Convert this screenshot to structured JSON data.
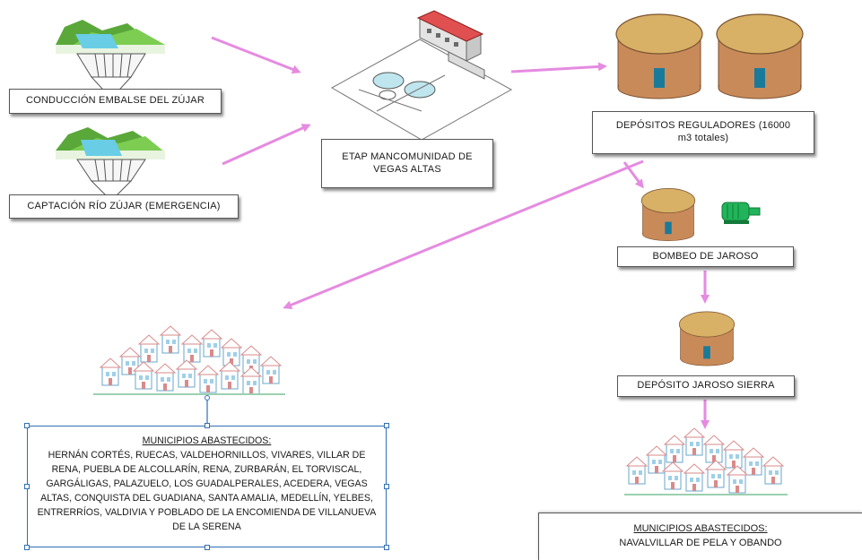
{
  "labels": {
    "conduccion": "CONDUCCIÓN EMBALSE DEL ZÚJAR",
    "captacion": "CAPTACIÓN RÍO ZÚJAR (EMERGENCIA)",
    "etap_line1": "ETAP MANCOMUNIDAD DE",
    "etap_line2": "VEGAS ALTAS",
    "depositos_line1": "DEPÓSITOS REGULADORES (16000",
    "depositos_line2": "m3 totales)",
    "bombeo": "BOMBEO DE JAROSO",
    "deposito_sierra": "DEPÓSITO JAROSO SIERRA"
  },
  "municipios_main": {
    "title": "MUNICIPIOS ABASTECIDOS:",
    "text": "HERNÁN CORTÉS, RUECAS, VALDEHORNILLOS, VIVARES, VILLAR DE RENA, PUEBLA DE ALCOLLARÍN, RENA, ZURBARÁN, EL TORVISCAL, GARGÁLIGAS, PALAZUELO, LOS GUADALPERALES, ACEDERA, VEGAS ALTAS, CONQUISTA DEL GUADIANA, SANTA AMALIA, MEDELLÍN, YELBES, ENTRERRÍOS, VALDIVIA Y POBLADO DE LA ENCOMIENDA DE VILLANUEVA DE LA SERENA"
  },
  "municipios_small": {
    "title": "MUNICIPIOS ABASTECIDOS:",
    "text": "NAVALVILLAR DE PELA Y OBANDO"
  },
  "colors": {
    "arrow": "#e58be0",
    "tank_body": "#c98a5a",
    "tank_top": "#d8b066",
    "door": "#1a7a9a",
    "pump": "#22b45a",
    "selection": "#2f6fb5"
  },
  "icons": [
    "reservoir-icon",
    "river-icon",
    "treatment-plant-icon",
    "tank-icon",
    "pump-icon",
    "town-icon"
  ]
}
